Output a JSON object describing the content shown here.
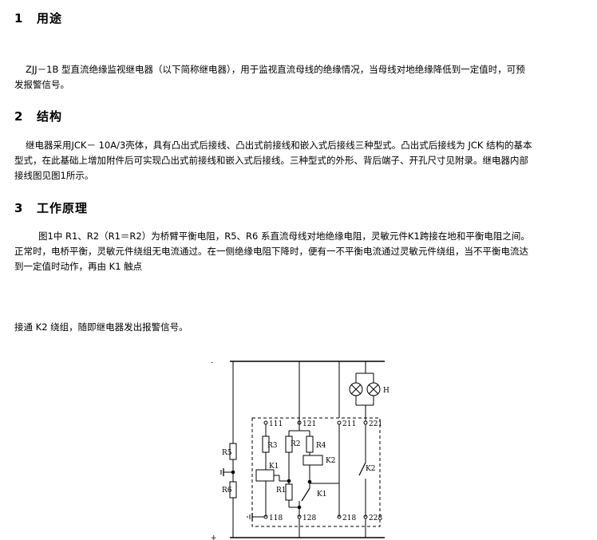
{
  "sections": [
    {
      "number": "1",
      "title": "用途",
      "paragraphs": [
        [
          "ZJJ－1B 型直流绝缘监视继电器（以下简称继电器），用于监视直流母线的绝缘情况，当母线对地绝缘降低到一定值时，可预",
          "发报警信号。"
        ]
      ]
    },
    {
      "number": "2",
      "title": "结构",
      "paragraphs": [
        [
          "继电器采用JCK－ 10A/3壳体，具有凸出式后接线、凸出式前接线和嵌入式后接线三种型式。凸出式后接线为 JCK 结构的基本",
          "型式，在此基础上增加附件后可实现凸出式前接线和嵌入式后接线。三种型式的外形、背后端子、开孔尺寸见附录。继电器内部",
          "接线图见图1所示。"
        ]
      ]
    },
    {
      "number": "3",
      "title": "工作原理",
      "paragraphs": [
        [
          "图1中 R1、R2（R1＝R2）为桥臂平衡电阻，R5、R6 系直流母线对地绝缘电阻，灵敏元件K1跨接在地和平衡电阻之间。",
          "正常时，电桥平衡，灵敏元件绕组无电流通过。在一侧绝缘电阻下降时，便有一不平衡电流通过灵敏元件绕组，当不平衡电流达",
          "到一定值时动作，再由  K1 触点"
        ],
        [
          "接通  K2 绕组，随即继电器发出报警信号。"
        ]
      ]
    }
  ],
  "circuit": {
    "bus_minus": "-",
    "bus_plus": "+",
    "lamp_label": "H",
    "terminals": [
      "111",
      "121",
      "211",
      "221",
      "118",
      "128",
      "218",
      "228"
    ],
    "resistors": [
      "R3",
      "R2",
      "R4",
      "R5",
      "R6",
      "R1"
    ],
    "relay_coils": [
      "K1",
      "K2"
    ],
    "contacts": [
      "K1",
      "K2"
    ]
  }
}
